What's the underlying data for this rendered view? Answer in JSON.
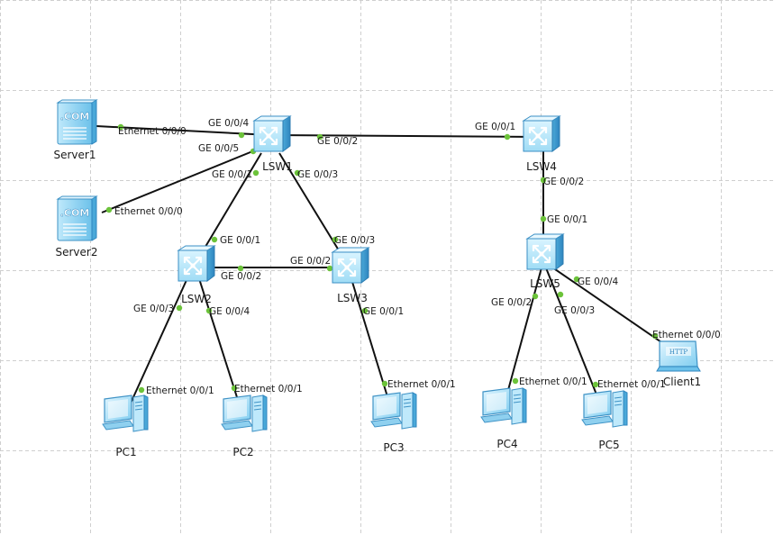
{
  "colors": {
    "background": "#ffffff",
    "grid": "#cfcfcf",
    "link": "#111111",
    "port_dot": "#6cc33a",
    "switch_body": "#8fd6f2",
    "pc_body": "#9ad7f2"
  },
  "devices": [
    {
      "id": "server1",
      "label": "Server1",
      "type": "server",
      "icon": "server-icon",
      "badge": ".COM"
    },
    {
      "id": "server2",
      "label": "Server2",
      "type": "server",
      "icon": "server-icon",
      "badge": ".COM"
    },
    {
      "id": "lsw1",
      "label": "LSW1",
      "type": "switch",
      "icon": "switch-icon"
    },
    {
      "id": "lsw2",
      "label": "LSW2",
      "type": "switch",
      "icon": "switch-icon"
    },
    {
      "id": "lsw3",
      "label": "LSW3",
      "type": "switch",
      "icon": "switch-icon"
    },
    {
      "id": "lsw4",
      "label": "LSW4",
      "type": "switch",
      "icon": "switch-icon"
    },
    {
      "id": "lsw5",
      "label": "LSW5",
      "type": "switch",
      "icon": "switch-icon"
    },
    {
      "id": "pc1",
      "label": "PC1",
      "type": "pc",
      "icon": "pc-icon"
    },
    {
      "id": "pc2",
      "label": "PC2",
      "type": "pc",
      "icon": "pc-icon"
    },
    {
      "id": "pc3",
      "label": "PC3",
      "type": "pc",
      "icon": "pc-icon"
    },
    {
      "id": "pc4",
      "label": "PC4",
      "type": "pc",
      "icon": "pc-icon"
    },
    {
      "id": "pc5",
      "label": "PC5",
      "type": "pc",
      "icon": "pc-icon"
    },
    {
      "id": "client1",
      "label": "Client1",
      "type": "client",
      "icon": "client-icon",
      "badge": "HTTP"
    }
  ],
  "links": [
    {
      "from": "server1",
      "from_port": "Ethernet 0/0/0",
      "to": "lsw1",
      "to_port": "GE 0/0/4"
    },
    {
      "from": "server2",
      "from_port": "Ethernet 0/0/0",
      "to": "lsw1",
      "to_port": "GE 0/0/5"
    },
    {
      "from": "lsw1",
      "from_port": "GE 0/0/2",
      "to": "lsw4",
      "to_port": "GE 0/0/1"
    },
    {
      "from": "lsw1",
      "from_port": "GE 0/0/1",
      "to": "lsw2",
      "to_port": "GE 0/0/1"
    },
    {
      "from": "lsw1",
      "from_port": "GE 0/0/3",
      "to": "lsw3",
      "to_port": "GE 0/0/3"
    },
    {
      "from": "lsw2",
      "from_port": "GE 0/0/2",
      "to": "lsw3",
      "to_port": "GE 0/0/2"
    },
    {
      "from": "lsw2",
      "from_port": "GE 0/0/3",
      "to": "pc1",
      "to_port": "Ethernet 0/0/1"
    },
    {
      "from": "lsw2",
      "from_port": "GE 0/0/4",
      "to": "pc2",
      "to_port": "Ethernet 0/0/1"
    },
    {
      "from": "lsw3",
      "from_port": "GE 0/0/1",
      "to": "pc3",
      "to_port": "Ethernet 0/0/1"
    },
    {
      "from": "lsw4",
      "from_port": "GE 0/0/2",
      "to": "lsw5",
      "to_port": "GE 0/0/1"
    },
    {
      "from": "lsw5",
      "from_port": "GE 0/0/2",
      "to": "pc4",
      "to_port": "Ethernet 0/0/1"
    },
    {
      "from": "lsw5",
      "from_port": "GE 0/0/3",
      "to": "pc5",
      "to_port": "Ethernet 0/0/1"
    },
    {
      "from": "lsw5",
      "from_port": "GE 0/0/4",
      "to": "client1",
      "to_port": "Ethernet 0/0/0"
    }
  ]
}
